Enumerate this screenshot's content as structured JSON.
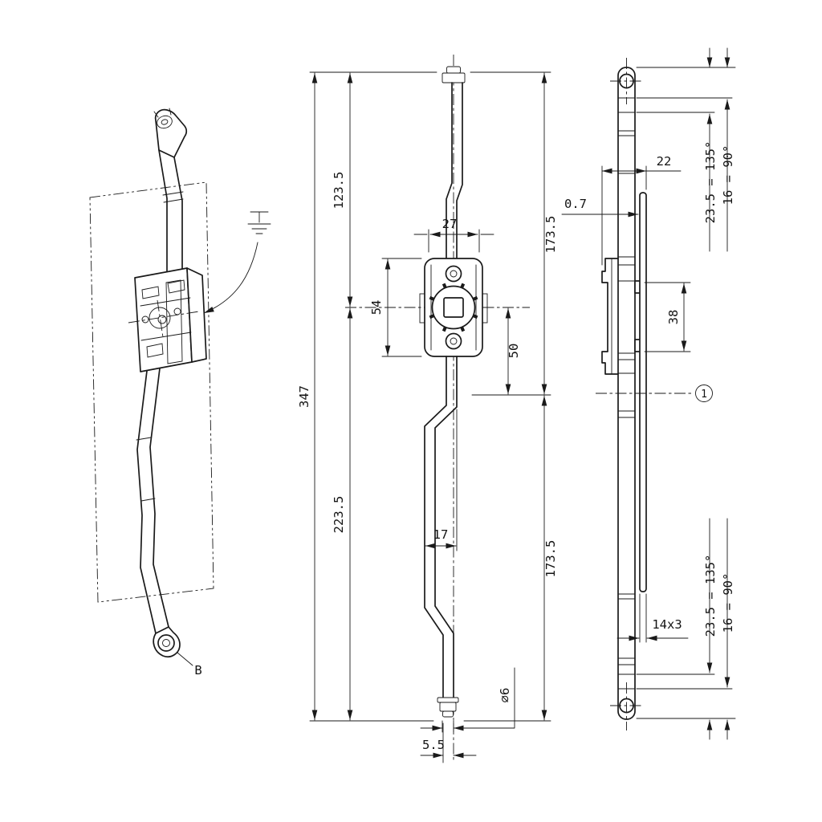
{
  "views": {
    "isometric": {
      "label_b": "B"
    },
    "front": {
      "dim_overall": "347",
      "dim_top_to_plate": "123.5",
      "dim_plate_to_bottom": "223.5",
      "dim_top_to_mid": "173.5",
      "dim_mid_to_bottom": "173.5",
      "dim_plate_width": "27",
      "dim_plate_height": "54",
      "dim_plate_to_mid": "50",
      "dim_offset": "17",
      "dim_hole_dia": "⌀6",
      "dim_end_offset": "5.5"
    },
    "side": {
      "dim_width": "22",
      "dim_gap": "0.7",
      "dim_bend_top_a": "23.5 = 135°",
      "dim_bend_top_b": "16 = 90°",
      "dim_bracket": "38",
      "datum_label": "1",
      "dim_bar_section": "14x3",
      "dim_bend_bottom_a": "23.5 = 135°",
      "dim_bend_bottom_b": "16 = 90°"
    }
  }
}
